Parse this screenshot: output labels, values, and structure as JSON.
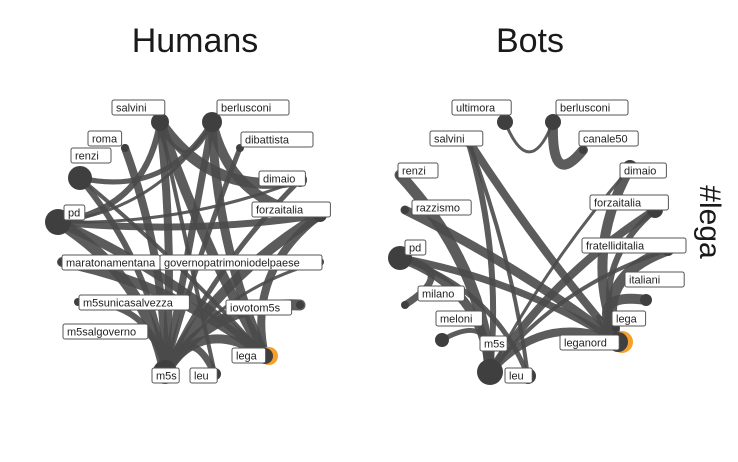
{
  "side_label": "#lega",
  "colors": {
    "edge": "#4a4a4a",
    "node": "#3f3f3f",
    "highlight": "#f5a02a"
  },
  "panels": [
    {
      "id": "humans",
      "title": "Humans",
      "nodes": [
        {
          "id": "salvini",
          "label": "salvini"
        },
        {
          "id": "berlusconi",
          "label": "berlusconi"
        },
        {
          "id": "roma",
          "label": "roma"
        },
        {
          "id": "dibattista",
          "label": "dibattista"
        },
        {
          "id": "renzi",
          "label": "renzi"
        },
        {
          "id": "dimaio",
          "label": "dimaio"
        },
        {
          "id": "forzaitalia",
          "label": "forzaitalia"
        },
        {
          "id": "pd",
          "label": "pd"
        },
        {
          "id": "maratonamentana",
          "label": "maratonamentana"
        },
        {
          "id": "governopatrimoniodelpaese",
          "label": "governopatrimoniodelpaese"
        },
        {
          "id": "m5sunicasalvezza",
          "label": "m5sunicasalvezza"
        },
        {
          "id": "iovotom5s",
          "label": "iovotom5s"
        },
        {
          "id": "m5salgoverno",
          "label": "m5salgoverno"
        },
        {
          "id": "lega",
          "label": "lega",
          "highlight": true
        },
        {
          "id": "m5s",
          "label": "m5s"
        },
        {
          "id": "leu",
          "label": "leu"
        }
      ],
      "edges": [
        [
          "salvini",
          "berlusconi"
        ],
        [
          "salvini",
          "lega"
        ],
        [
          "salvini",
          "m5s"
        ],
        [
          "salvini",
          "pd"
        ],
        [
          "salvini",
          "leu"
        ],
        [
          "salvini",
          "dimaio"
        ],
        [
          "berlusconi",
          "lega"
        ],
        [
          "berlusconi",
          "m5s"
        ],
        [
          "berlusconi",
          "renzi"
        ],
        [
          "berlusconi",
          "pd"
        ],
        [
          "berlusconi",
          "forzaitalia"
        ],
        [
          "roma",
          "m5s"
        ],
        [
          "renzi",
          "m5s"
        ],
        [
          "renzi",
          "lega"
        ],
        [
          "pd",
          "m5s"
        ],
        [
          "pd",
          "lega"
        ],
        [
          "pd",
          "forzaitalia"
        ],
        [
          "dimaio",
          "m5s"
        ],
        [
          "dimaio",
          "pd"
        ],
        [
          "forzaitalia",
          "m5s"
        ],
        [
          "forzaitalia",
          "lega"
        ],
        [
          "m5sunicasalvezza",
          "m5s"
        ],
        [
          "m5salgoverno",
          "m5s"
        ],
        [
          "iovotom5s",
          "m5s"
        ],
        [
          "lega",
          "m5s"
        ],
        [
          "leu",
          "m5s"
        ],
        [
          "dibattista",
          "m5s"
        ],
        [
          "governopatrimoniodelpaese",
          "m5s"
        ],
        [
          "maratonamentana",
          "lega"
        ]
      ]
    },
    {
      "id": "bots",
      "title": "Bots",
      "nodes": [
        {
          "id": "ultimora",
          "label": "ultimora"
        },
        {
          "id": "berlusconi",
          "label": "berlusconi"
        },
        {
          "id": "salvini",
          "label": "salvini"
        },
        {
          "id": "canale50",
          "label": "canale50"
        },
        {
          "id": "renzi",
          "label": "renzi"
        },
        {
          "id": "dimaio",
          "label": "dimaio"
        },
        {
          "id": "razzismo",
          "label": "razzismo"
        },
        {
          "id": "forzaitalia",
          "label": "forzaitalia"
        },
        {
          "id": "pd",
          "label": "pd"
        },
        {
          "id": "fratelliditalia",
          "label": "fratelliditalia"
        },
        {
          "id": "italiani",
          "label": "italiani"
        },
        {
          "id": "milano",
          "label": "milano"
        },
        {
          "id": "lega",
          "label": "lega"
        },
        {
          "id": "meloni",
          "label": "meloni"
        },
        {
          "id": "m5s",
          "label": "m5s"
        },
        {
          "id": "leganord",
          "label": "leganord",
          "highlight": true
        },
        {
          "id": "leu",
          "label": "leu"
        }
      ],
      "edges": [
        [
          "ultimora",
          "berlusconi"
        ],
        [
          "berlusconi",
          "canale50"
        ],
        [
          "salvini",
          "leganord"
        ],
        [
          "salvini",
          "m5s"
        ],
        [
          "salvini",
          "leu"
        ],
        [
          "renzi",
          "m5s"
        ],
        [
          "pd",
          "m5s"
        ],
        [
          "pd",
          "leganord"
        ],
        [
          "pd",
          "leu"
        ],
        [
          "dimaio",
          "m5s"
        ],
        [
          "dimaio",
          "leganord"
        ],
        [
          "forzaitalia",
          "m5s"
        ],
        [
          "forzaitalia",
          "leganord"
        ],
        [
          "fratelliditalia",
          "m5s"
        ],
        [
          "fratelliditalia",
          "leganord"
        ],
        [
          "razzismo",
          "leganord"
        ],
        [
          "milano",
          "pd"
        ],
        [
          "meloni",
          "m5s"
        ],
        [
          "lega",
          "leganord"
        ],
        [
          "italiani",
          "leganord"
        ],
        [
          "m5s",
          "leganord"
        ]
      ]
    }
  ]
}
